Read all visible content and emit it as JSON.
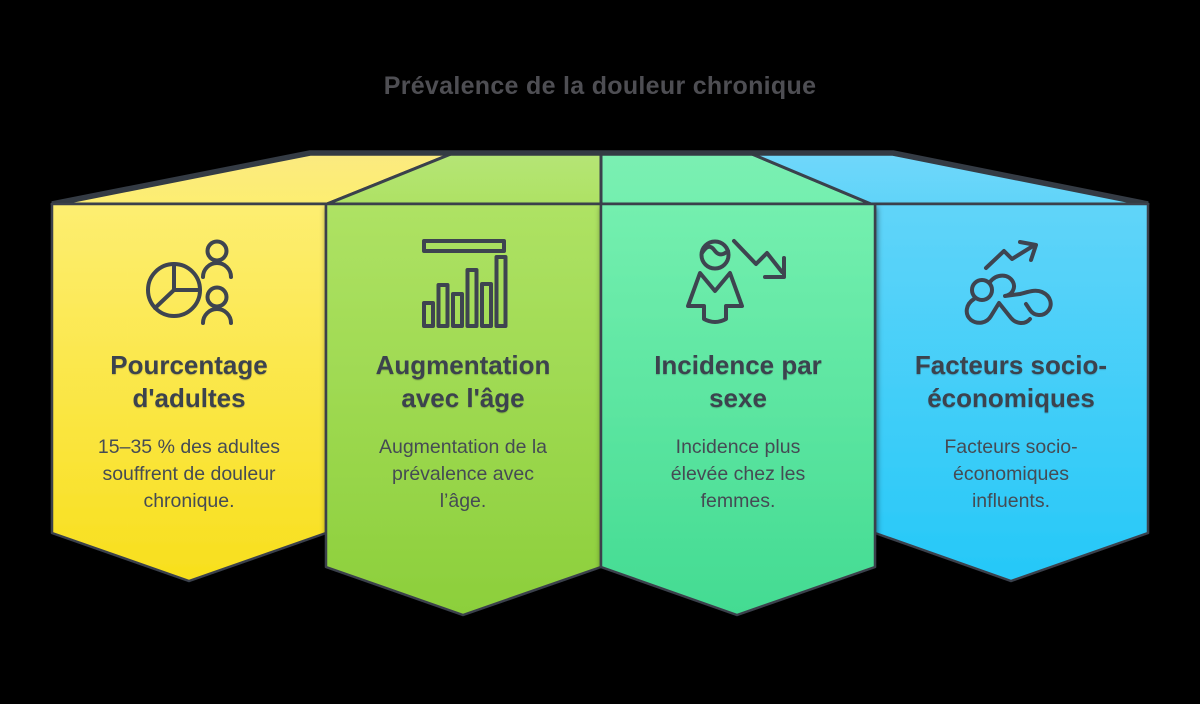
{
  "title": "Prévalence de la douleur chronique",
  "palette": {
    "background": "#000000",
    "outline": "#3A414C",
    "icon_stroke": "#3E4450",
    "title_text": "#4E4E53",
    "heading_text": "#3C434E",
    "body_text": "#454B54"
  },
  "cards": [
    {
      "id": "pourcentage-adultes",
      "icon": "pie-chart-people-icon",
      "heading_lines": [
        "Pourcentage",
        "d'adultes"
      ],
      "body_lines": [
        "15–35 % des adultes",
        "souffrent de douleur",
        "chronique."
      ],
      "colors": {
        "roof": "#FBEA80",
        "top": "#FDEE71",
        "bottom": "#F8DF1C"
      }
    },
    {
      "id": "augmentation-age",
      "icon": "bar-chart-icon",
      "heading_lines": [
        "Augmentation",
        "avec l'âge"
      ],
      "body_lines": [
        "Augmentation de la",
        "prévalence avec",
        "l’âge."
      ],
      "colors": {
        "roof": "#B5E576",
        "top": "#AEE264",
        "bottom": "#8CCF3B"
      }
    },
    {
      "id": "incidence-sexe",
      "icon": "woman-declining-arrow-icon",
      "heading_lines": [
        "Incidence par",
        "sexe"
      ],
      "body_lines": [
        "Incidence plus",
        "élevée chez les",
        "femmes."
      ],
      "colors": {
        "roof": "#7BEFB2",
        "top": "#74EFAF",
        "bottom": "#43DB92"
      }
    },
    {
      "id": "facteurs-socio-economiques",
      "icon": "person-rising-arrow-icon",
      "heading_lines": [
        "Facteurs socio-",
        "économiques"
      ],
      "body_lines": [
        "Facteurs socio-",
        "économiques",
        "influents."
      ],
      "colors": {
        "roof": "#70D7FA",
        "top": "#60D4F9",
        "bottom": "#25C8F8"
      }
    }
  ]
}
